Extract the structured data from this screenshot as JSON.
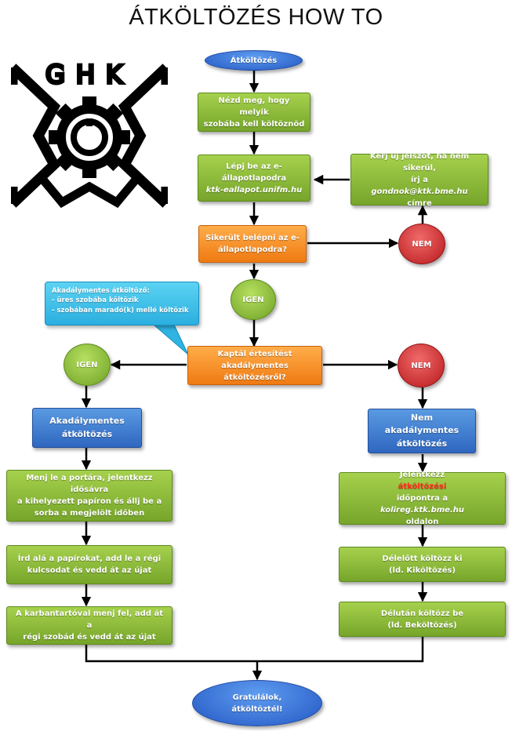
{
  "title": "ÁTKÖLTÖZÉS HOW TO",
  "logo": {
    "text": "GHK",
    "icon": "gear-logo"
  },
  "colors": {
    "green": "#8bbd3c",
    "orange": "#f08a1c",
    "blue": "#3a7bd5",
    "red": "#c8201f",
    "cyan": "#3ec1ea",
    "highlight": "#ff2a1a"
  },
  "nodes": {
    "start": "Átköltözés",
    "step_room": [
      "Nézd meg, hogy melyik",
      "szobába kell költöznöd"
    ],
    "step_login": {
      "line1": "Lépj be az e-",
      "line2": "állapotlapodra",
      "url": "ktk-eallapot.unifm.hu"
    },
    "step_password": {
      "line1": "Kérj új jelszót, ha nem sikerül,",
      "line2_pre": "írj a ",
      "email": "gondnok@ktk.bme.hu",
      "line3": "címre"
    },
    "decision_login": [
      "Sikerült belépni az e-",
      "állapotlapodra?"
    ],
    "no_login": "NEM",
    "yes_login": "IGEN",
    "decision_notice": [
      "Kaptál értesítést",
      "akadálymentes átköltözésről?"
    ],
    "yes_notice": "IGEN",
    "no_notice": "NEM",
    "callout": {
      "title": "Akadálymentes átköltöző:",
      "items": [
        "- üres szobába költözik",
        "- szobában maradó(k) mellé költözik"
      ]
    },
    "left_header": [
      "Akadálymentes",
      "átköltözés"
    ],
    "left_step1": [
      "Menj le a portára, jelentkezz idősávra",
      "a kihelyezett papíron és állj be a",
      "sorba a megjelölt időben"
    ],
    "left_step2": [
      "Írd alá a papírokat, add le a régi",
      "kulcsodat és vedd át az újat"
    ],
    "left_step3": [
      "A karbantartóval menj fel, add át a",
      "régi szobád és vedd át az újat"
    ],
    "right_header": [
      "Nem akadálymentes",
      "átköltözés"
    ],
    "right_step1": {
      "pre": "Jelentkezz ",
      "highlight": "átköltözési",
      "post": " időpontra a",
      "url": "kolireg.ktk.bme.hu",
      "line3": "oldalon"
    },
    "right_step2": [
      "Délelőtt költözz ki",
      "(ld. Kiköltözés)"
    ],
    "right_step3": [
      "Délután költözz be",
      "(ld. Beköltözés)"
    ],
    "end": [
      "Gratulálok,",
      "átköltöztél!"
    ]
  }
}
